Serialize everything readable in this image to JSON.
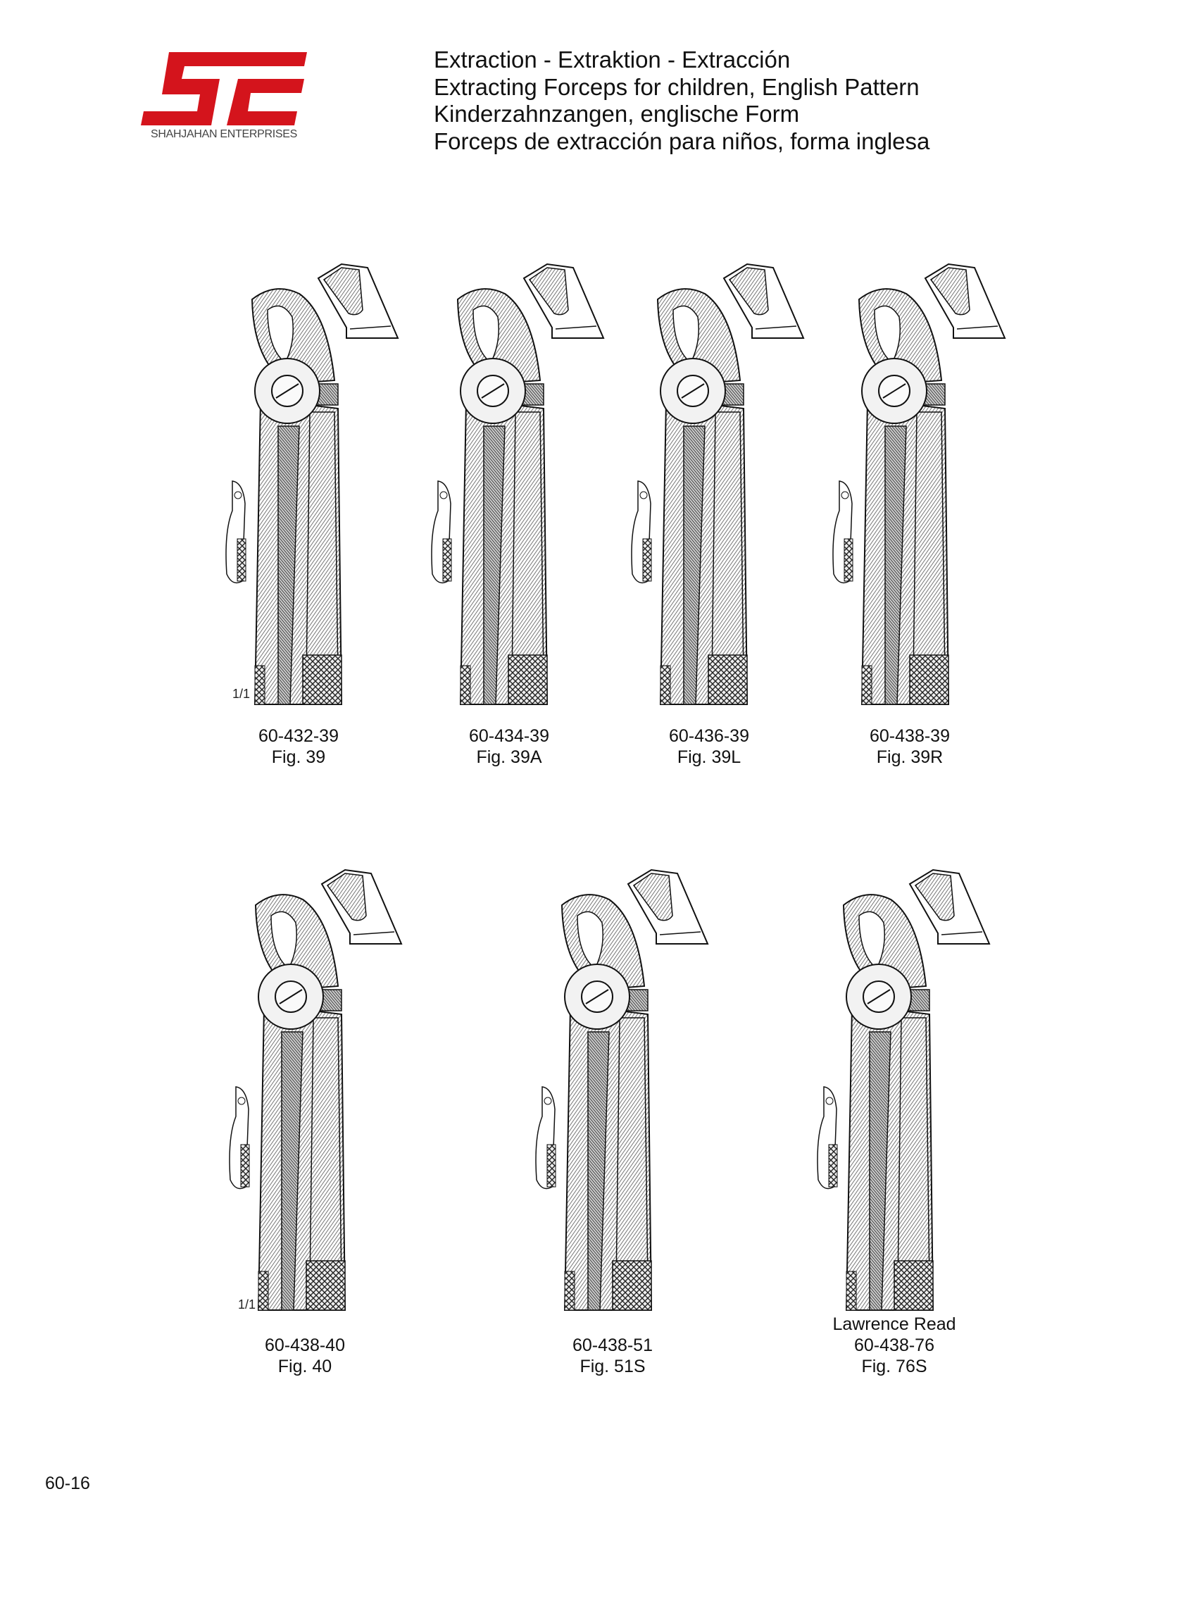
{
  "header": {
    "logo_text": "SE",
    "company": "SHAHJAHAN ENTERPRISES",
    "brand_color": "#d4141c",
    "title_lines": [
      "Extraction  -  Extraktion  -  Extracción",
      "Extracting Forceps for children, English Pattern",
      "Kinderzahnzangen, englische Form",
      "Forceps de extracción para niños, forma inglesa"
    ]
  },
  "figures": [
    {
      "code": "60-432-39",
      "fig": "Fig. 39",
      "scale": "1/1"
    },
    {
      "code": "60-434-39",
      "fig": "Fig. 39A"
    },
    {
      "code": "60-436-39",
      "fig": "Fig. 39L"
    },
    {
      "code": "60-438-39",
      "fig": "Fig. 39R"
    },
    {
      "code": "60-438-40",
      "fig": "Fig. 40",
      "scale": "1/1"
    },
    {
      "code": "60-438-51",
      "fig": "Fig. 51S"
    },
    {
      "name": "Lawrence Read",
      "code": "60-438-76",
      "fig": "Fig. 76S"
    }
  ],
  "page_number": "60-16"
}
